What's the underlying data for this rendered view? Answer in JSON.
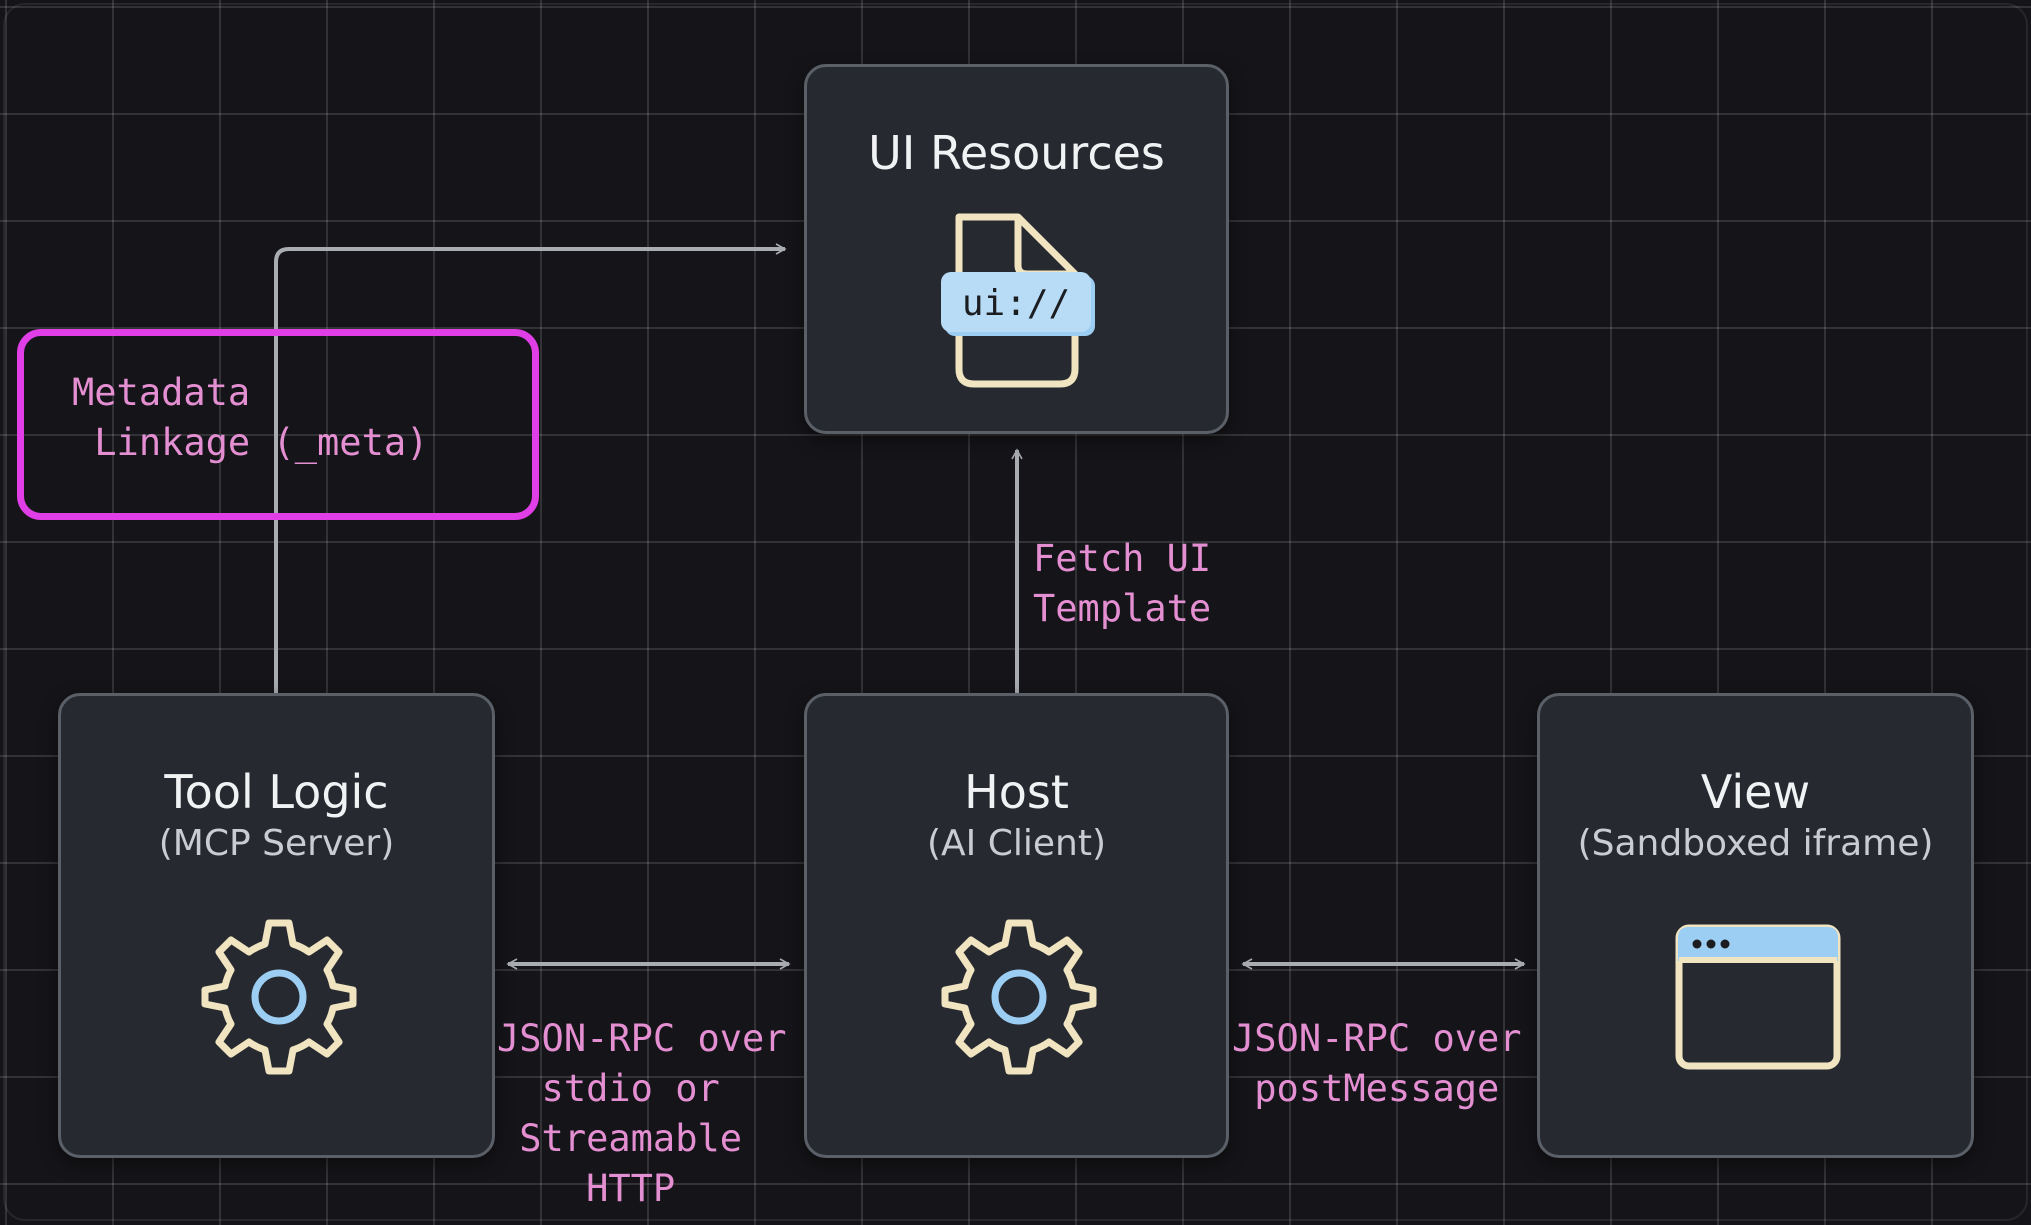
{
  "diagram": {
    "nodes": {
      "ui_resources": {
        "title": "UI Resources",
        "badge": "ui://",
        "icon": "document-icon"
      },
      "tool_logic": {
        "title": "Tool Logic",
        "subtitle": "(MCP Server)",
        "icon": "gear-icon"
      },
      "host": {
        "title": "Host",
        "subtitle": "(AI Client)",
        "icon": "gear-icon"
      },
      "view": {
        "title": "View",
        "subtitle": "(Sandboxed iframe)",
        "icon": "browser-window-icon"
      }
    },
    "edges": {
      "metadata_linkage": {
        "label": "Metadata\n Linkage (_meta)",
        "from": "Tool Logic",
        "to": "UI Resources"
      },
      "fetch_ui_template": {
        "label": "Fetch UI\nTemplate",
        "from": "Host",
        "to": "UI Resources"
      },
      "tool_host": {
        "label": "JSON-RPC over\n  stdio or\n Streamable\n    HTTP",
        "from": "Tool Logic",
        "to": "Host"
      },
      "host_view": {
        "label": "JSON-RPC over\n postMessage",
        "from": "Host",
        "to": "View"
      }
    },
    "colors": {
      "background": "#151519",
      "node_fill": "#262a30",
      "label": "#e58fd3",
      "highlight": "#e03ee6",
      "icon_cream": "#f1e4c0",
      "icon_blue": "#9ccdf2",
      "connector": "#a9acb1"
    }
  }
}
